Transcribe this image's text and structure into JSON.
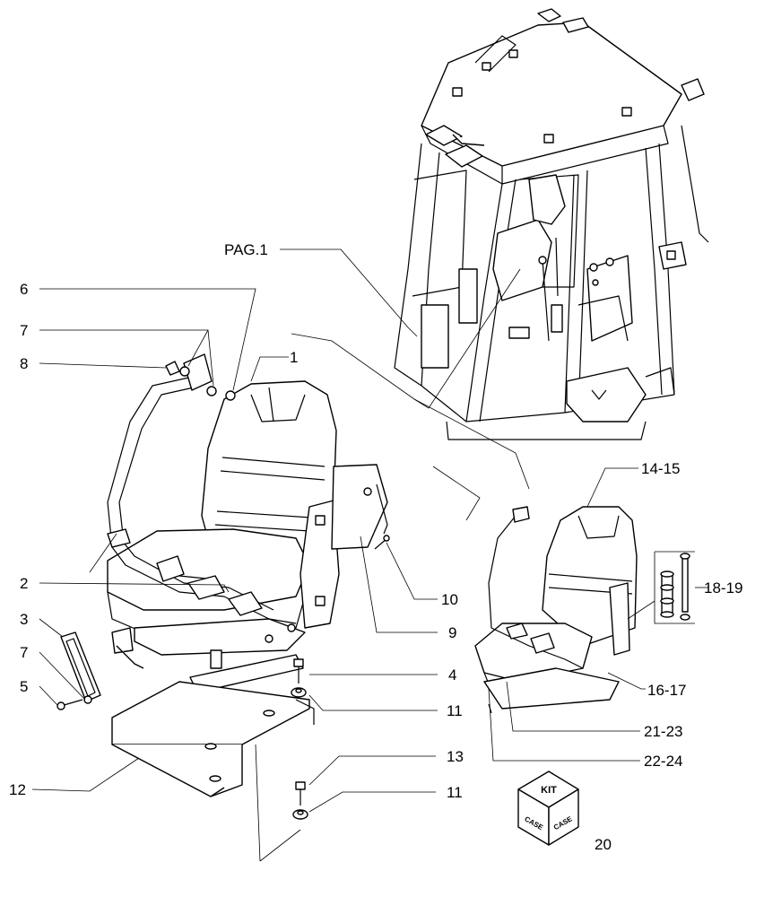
{
  "callouts": {
    "pag1": "PAG.1",
    "c1": "1",
    "c2": "2",
    "c3": "3",
    "c4": "4",
    "c5": "5",
    "c6": "6",
    "c7a": "7",
    "c7b": "7",
    "c8": "8",
    "c9": "9",
    "c10": "10",
    "c11a": "11",
    "c11b": "11",
    "c12": "12",
    "c13": "13",
    "c14_15": "14-15",
    "c16_17": "16-17",
    "c18_19": "18-19",
    "c20": "20",
    "c21_23": "21-23",
    "c22_24": "22-24"
  },
  "kit": {
    "top": "KIT",
    "side_left": "CASE",
    "side_right": "CASE"
  }
}
